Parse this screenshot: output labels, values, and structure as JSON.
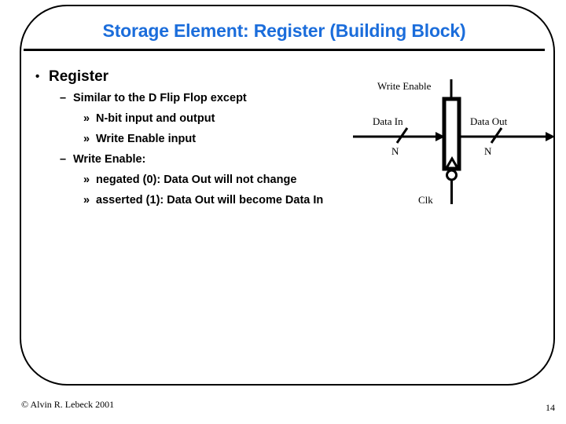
{
  "slide": {
    "title": "Storage Element: Register (Building Block)",
    "bullets": {
      "l1_register_marker": "•",
      "l1_register": "Register",
      "l2_similar_marker": "–",
      "l2_similar": "Similar to the D Flip Flop except",
      "l3_nbit_marker": "»",
      "l3_nbit": "N-bit input and output",
      "l3_we_input_marker": "»",
      "l3_we_input": "Write Enable input",
      "l2_we_marker": "–",
      "l2_we": "Write Enable:",
      "l3_negated_marker": "»",
      "l3_negated": "negated (0): Data Out will not change",
      "l3_asserted_marker": "»",
      "l3_asserted": "asserted (1): Data Out will become Data In"
    }
  },
  "diagram": {
    "name": "register-block-diagram",
    "labels": {
      "write_enable": "Write Enable",
      "data_in": "Data In",
      "data_out": "Data Out",
      "width_in": "N",
      "width_out": "N",
      "clock": "Clk"
    }
  },
  "footer": {
    "copyright": "© Alvin R. Lebeck 2001",
    "page_number": "14"
  },
  "colors": {
    "title": "#1b6ddb",
    "ink": "#000000",
    "background": "#ffffff"
  }
}
